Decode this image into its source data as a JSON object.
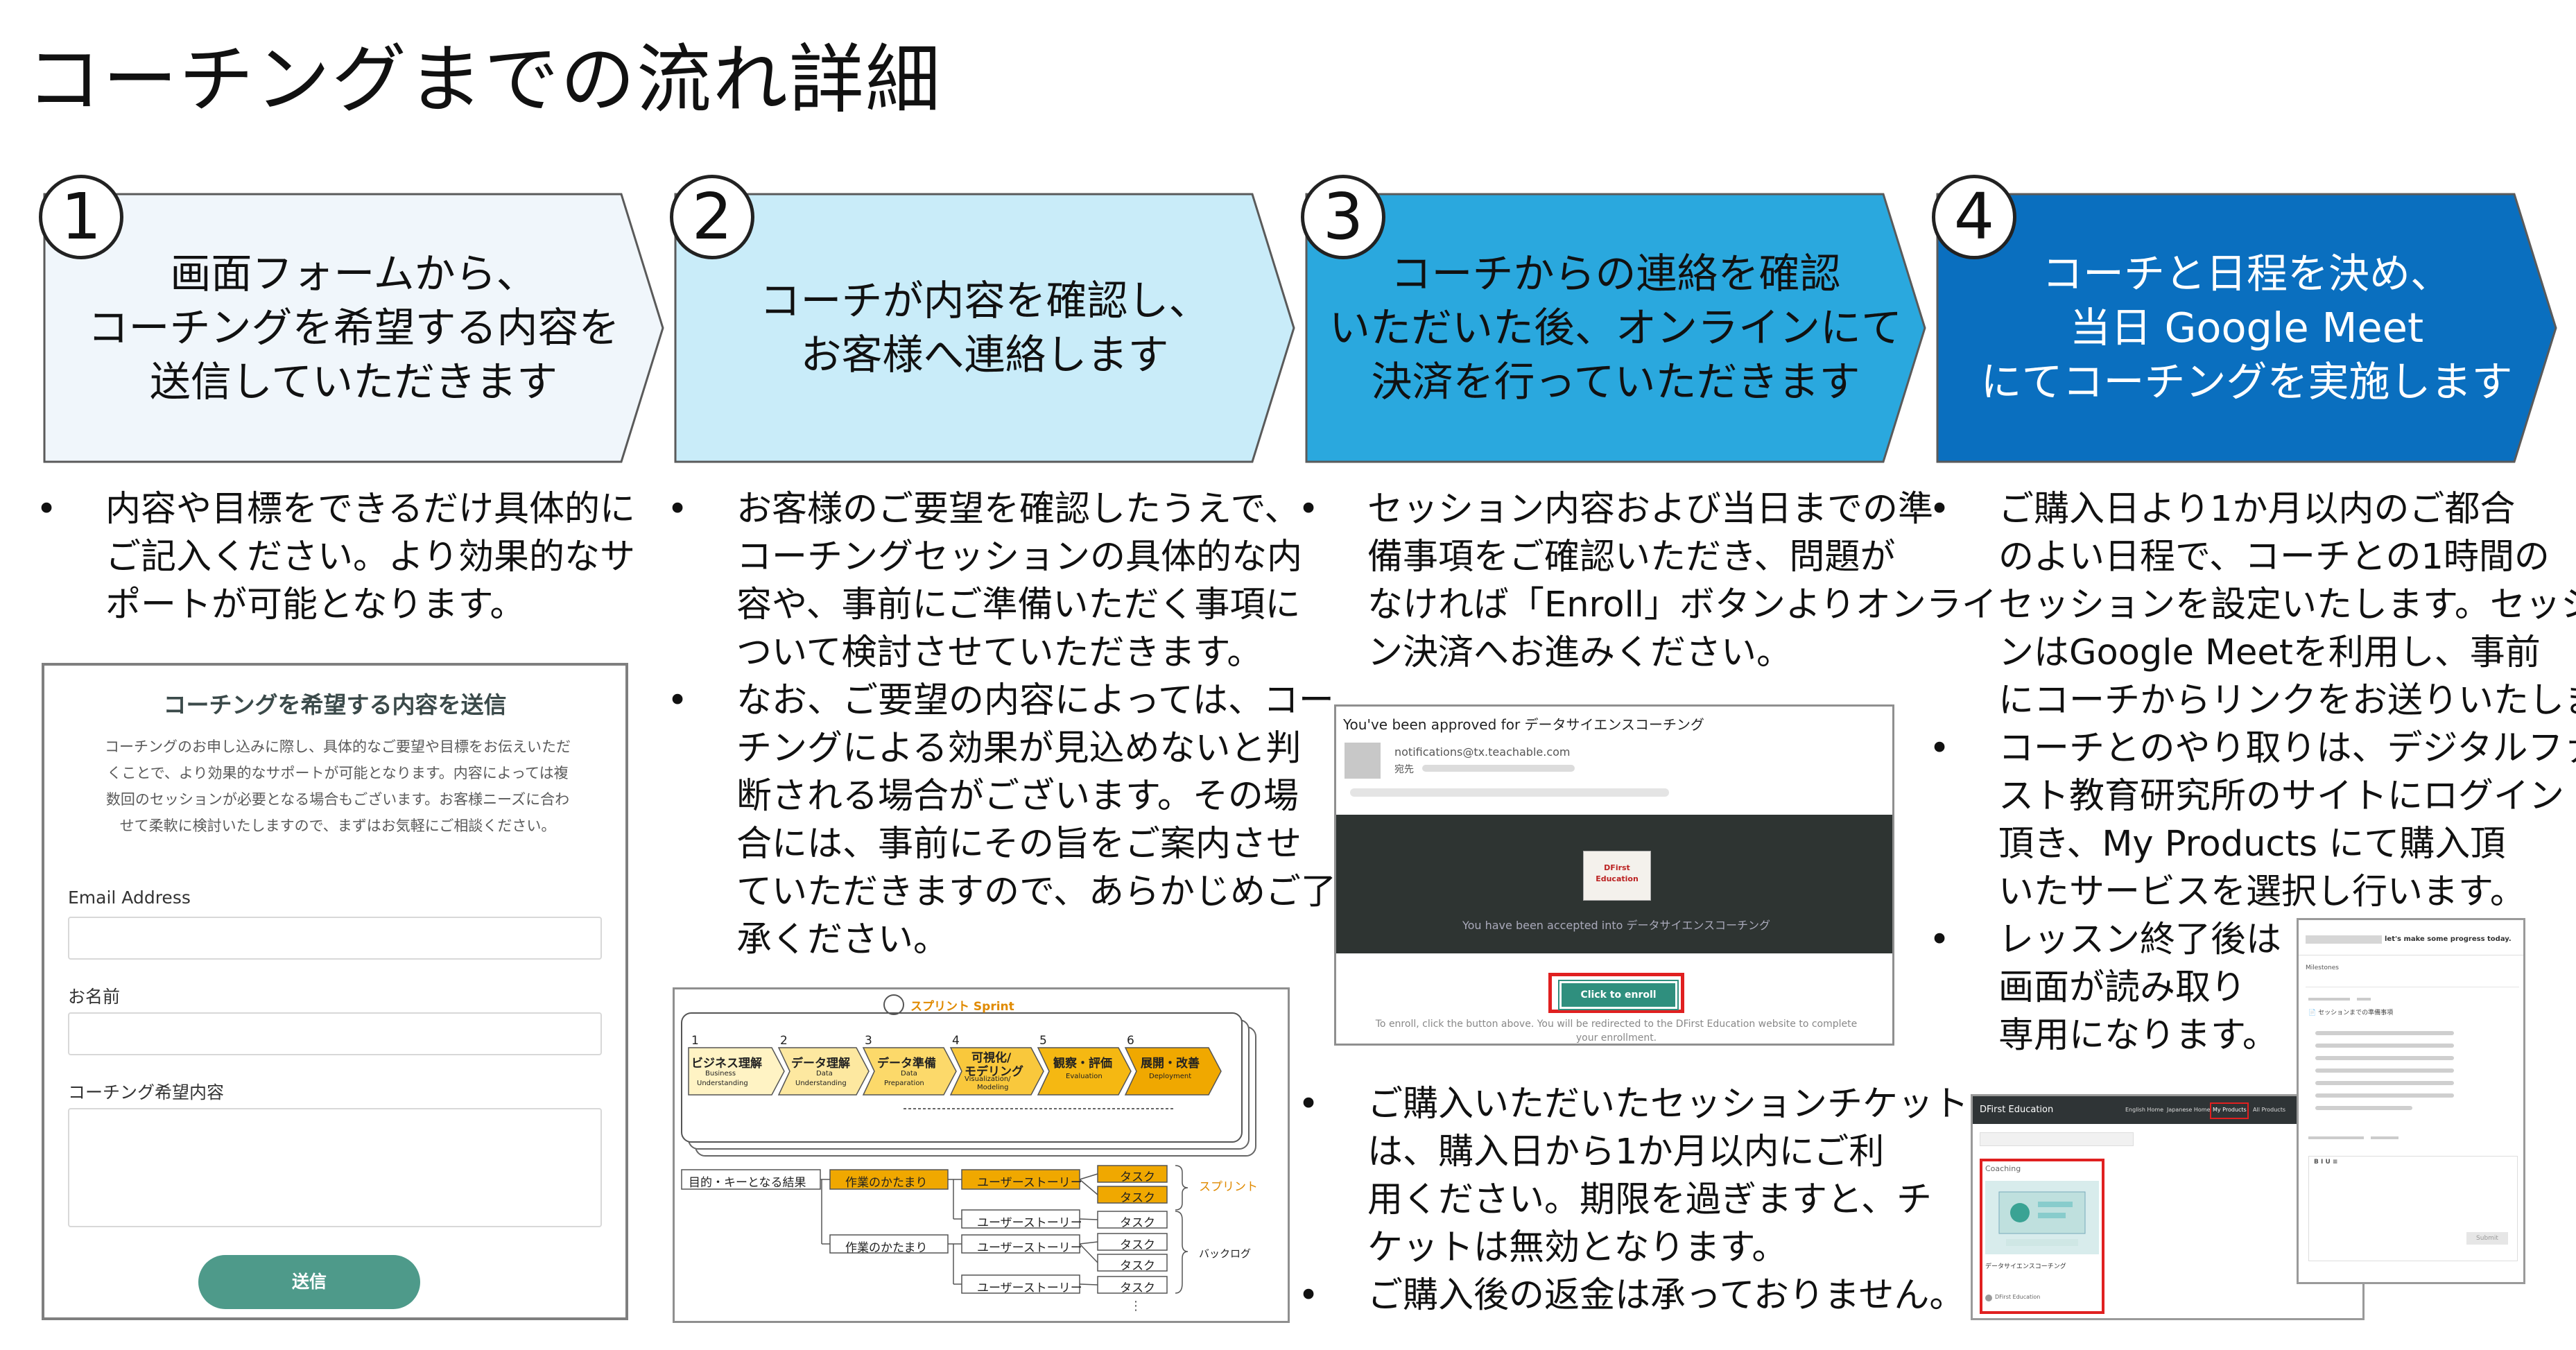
{
  "title": "コーチングまでの流れ詳細",
  "steps": [
    {
      "num": "1",
      "lines": [
        "画面フォームから、",
        "コーチングを希望する内容を",
        "送信していただきます"
      ],
      "color": "#f0f6fb",
      "text_color": "#111111"
    },
    {
      "num": "2",
      "lines": [
        "コーチが内容を確認し、",
        "お客様へ連絡します"
      ],
      "color": "#c9ecf9",
      "text_color": "#111111"
    },
    {
      "num": "3",
      "lines": [
        "コーチからの連絡を確認",
        "いただいた後、オンラインにて",
        "決済を行っていただきます"
      ],
      "color": "#2aa8de",
      "text_color": "#111111"
    },
    {
      "num": "4",
      "lines": [
        "コーチと日程を決め、",
        "当日 Google Meet",
        "にてコーチングを実施します"
      ],
      "color": "#0a6fbf",
      "text_color": "#ffffff"
    }
  ],
  "col1": {
    "bullets": [
      [
        "内容や目標をできるだけ具体的に",
        "ご記入ください。より効果的なサ",
        "ポートが可能となります。"
      ]
    ]
  },
  "col2": {
    "bullets": [
      [
        "お客様のご要望を確認したうえで、",
        "コーチングセッションの具体的な内",
        "容や、事前にご準備いただく事項に",
        "ついて検討させていただきます。"
      ],
      [
        "なお、ご要望の内容によっては、コー",
        "チングによる効果が見込めないと判",
        "断される場合がございます。その場",
        "合には、事前にその旨をご案内させ",
        "ていただきますので、あらかじめご了",
        "承ください。"
      ]
    ]
  },
  "col3": {
    "bullets_top": [
      [
        "セッション内容および当日までの準",
        "備事項をご確認いただき、問題が",
        "なければ「Enroll」ボタンよりオンライ",
        "ン決済へお進みください。"
      ]
    ],
    "bullets_bottom": [
      [
        "ご購入いただいたセッションチケット",
        "は、購入日から1か月以内にご利",
        "用ください。期限を過ぎますと、チ",
        "ケットは無効となります。"
      ],
      [
        "ご購入後の返金は承っておりません。"
      ]
    ]
  },
  "col4": {
    "bullets": [
      [
        "ご購入日より1か月以内のご都合",
        "のよい日程で、コーチとの1時間の",
        "セッションを設定いたします。セッショ",
        "ンはGoogle Meetを利用し、事前",
        "にコーチからリンクをお送りいたします。"
      ],
      [
        "コーチとのやり取りは、デジタルファー",
        "スト教育研究所のサイトにログイン",
        "頂き、My Products にて購入頂",
        "いたサービスを選択し行います。"
      ],
      [
        "レッスン終了後は",
        "画面が読み取り",
        "専用になります。"
      ]
    ]
  },
  "form": {
    "title": "コーチングを希望する内容を送信",
    "desc": [
      "コーチングのお申し込みに際し、具体的なご要望や目標をお伝えいただ",
      "くことで、より効果的なサポートが可能となります。内容によっては複",
      "数回のセッションが必要となる場合もございます。お客様ニーズに合わ",
      "せて柔軟に検討いたしますので、まずはお気軽にご相談ください。"
    ],
    "email_label": "Email Address",
    "name_label": "お名前",
    "request_label": "コーチング希望内容",
    "submit": "送信"
  },
  "sprint": {
    "header": "スプリント Sprint",
    "phases": [
      {
        "n": "1",
        "ja": "ビジネス理解",
        "en1": "Business",
        "en2": "Understanding",
        "color": "#fff3c4"
      },
      {
        "n": "2",
        "ja": "データ理解",
        "en1": "Data",
        "en2": "Understanding",
        "color": "#fde8a0"
      },
      {
        "n": "3",
        "ja": "データ準備",
        "en1": "Data",
        "en2": "Preparation",
        "color": "#fcd96a"
      },
      {
        "n": "4",
        "ja": "可視化/",
        "ja2": "モデリング",
        "en1": "Visualization/",
        "en2": "Modeling",
        "color": "#f9c83c"
      },
      {
        "n": "5",
        "ja": "観察・評価",
        "en1": "Evaluation",
        "en2": "",
        "color": "#f5b812"
      },
      {
        "n": "6",
        "ja": "展開・改善",
        "en1": "Deployment",
        "en2": "",
        "color": "#f0a800"
      }
    ],
    "goal": "目的・キーとなる結果",
    "chunk": "作業のかたまり",
    "story": "ユーザーストーリー",
    "task": "タスク",
    "sprint_label": "スプリント",
    "backlog_label": "バックログ",
    "accent": "#f0a800"
  },
  "email": {
    "subject_prefix": "You've been approved for",
    "subject_course": "データサイエンスコーチング",
    "sender": "notifications@tx.teachable.com",
    "to_label": "宛先",
    "logo_line1": "DFirst",
    "logo_line2": "Education",
    "accepted_prefix": "You have been accepted into",
    "accepted_course": "データサイエンスコーチング",
    "button": "Click to enroll",
    "footer1": "To enroll,  click the button  above.  You will be redirected  to the DFirst Education  website to complete",
    "footer2": "your enrollment.",
    "highlight_color": "#e02020"
  },
  "shot1": {
    "brand": "DFirst Education",
    "nav": [
      "English Home",
      "Japanese Home",
      "My Products",
      "All Products"
    ],
    "highlight_nav": "My Products",
    "card_title": "Coaching",
    "card_caption": "データサイエンスコーチング",
    "card_author": "DFirst Education"
  },
  "shot2": {
    "banner": "let's make some progress today.",
    "tab": "Milestones",
    "item": "セッションまでの準備事項",
    "submit": "Submit"
  }
}
